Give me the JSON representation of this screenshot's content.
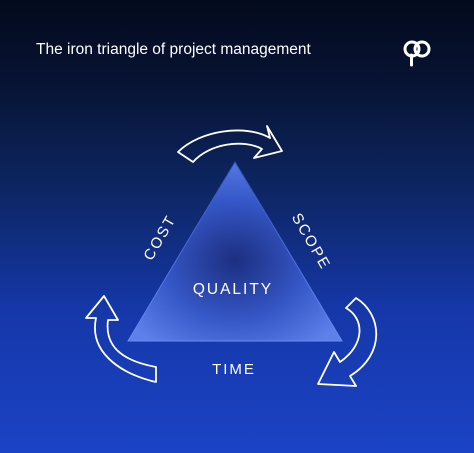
{
  "header": {
    "title": "The iron triangle of project management",
    "logo_icon": "brand-logo-icon"
  },
  "diagram": {
    "labels": {
      "left_side": "COST",
      "right_side": "SCOPE",
      "bottom_side": "TIME",
      "center": "QUALITY"
    },
    "arrows": [
      "top-cycle-arrow-icon",
      "right-cycle-arrow-icon",
      "left-cycle-arrow-icon"
    ]
  },
  "colors": {
    "background_top": "#030a1c",
    "background_bottom": "#1b43c6",
    "triangle_fill": "#4a6ee0",
    "outline": "#ffffff"
  }
}
